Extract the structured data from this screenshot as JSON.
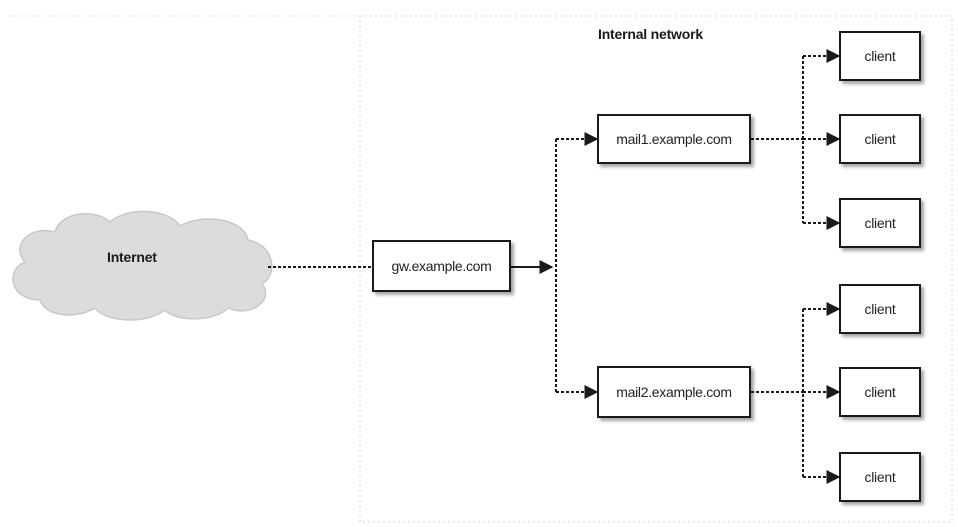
{
  "region_title": "Internal network",
  "internet_label": "Internet",
  "gateway": "gw.example.com",
  "mail_servers": [
    {
      "name": "mail1.example.com",
      "clients": [
        "client",
        "client",
        "client"
      ]
    },
    {
      "name": "mail2.example.com",
      "clients": [
        "client",
        "client",
        "client"
      ]
    }
  ],
  "colors": {
    "cloud_fill": "#dcdcdc",
    "line": "#1a1a1a",
    "region_border": "#e6e6e6"
  }
}
